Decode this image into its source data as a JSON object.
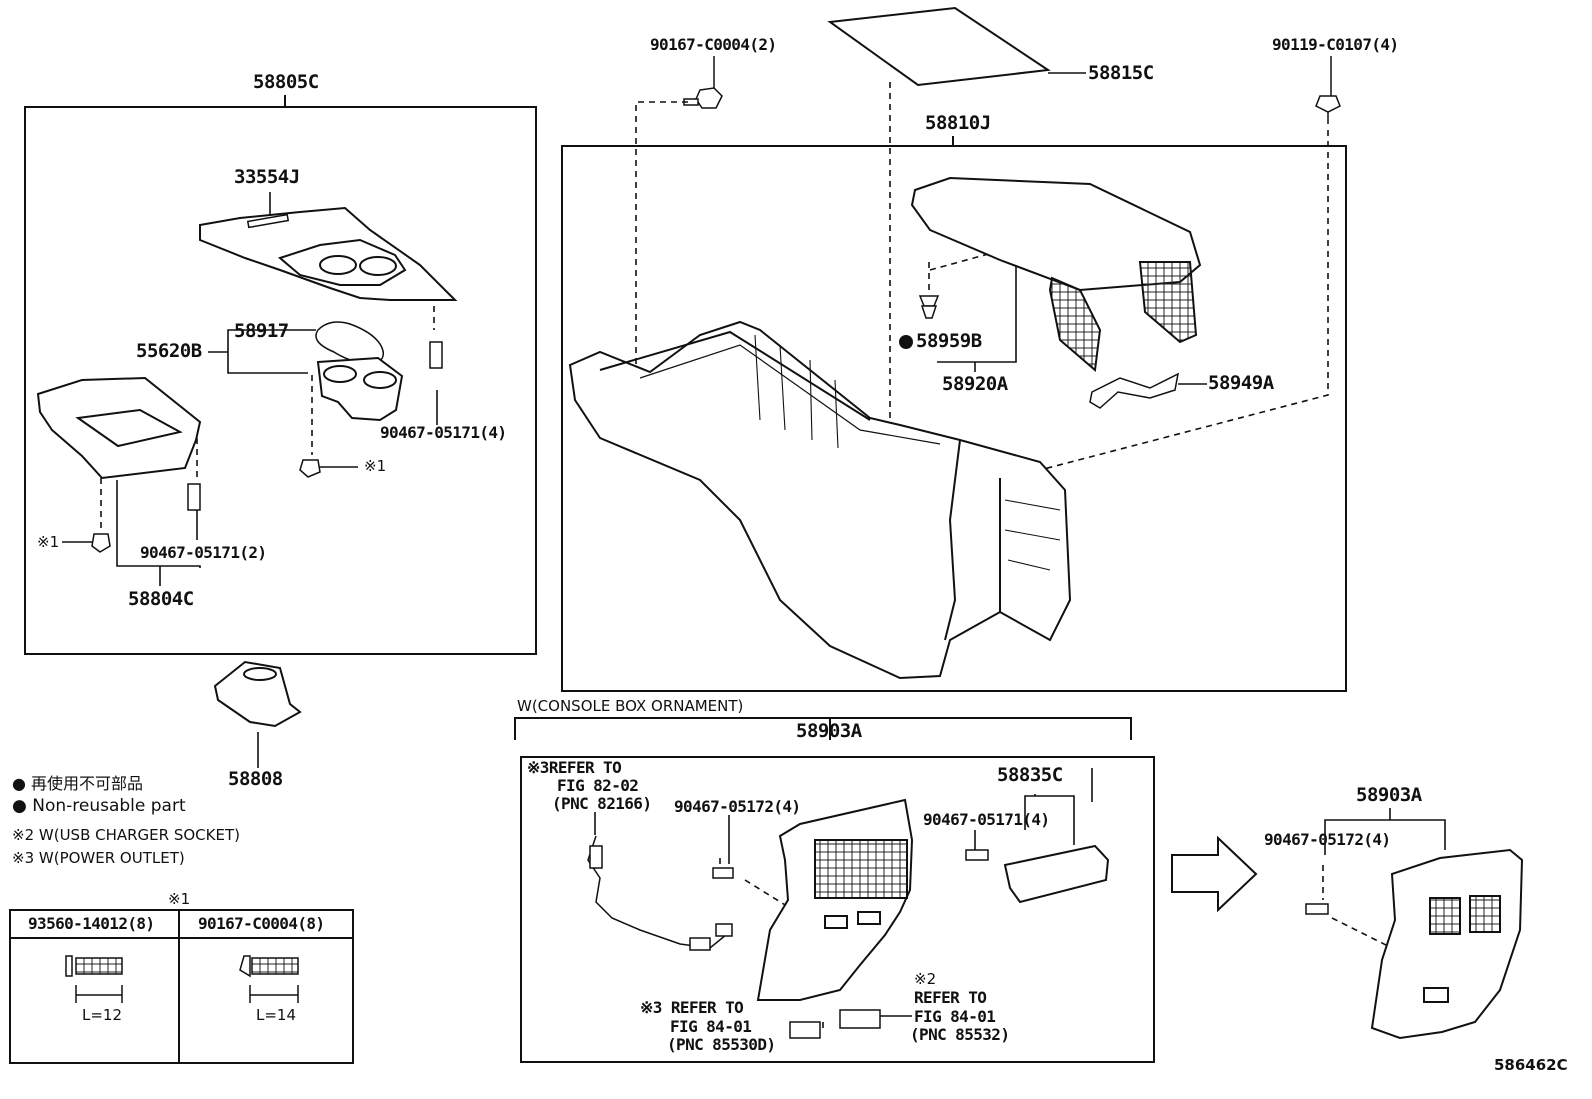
{
  "parts": {
    "p58805C": "58805C",
    "p33554J": "33554J",
    "p58917": "58917",
    "p55620B": "55620B",
    "p90467_05171_4_left": "90467-05171(4)",
    "p90467_05171_2": "90467-05171(2)",
    "p58804C": "58804C",
    "p58808": "58808",
    "p90167_C0004_2": "90167-C0004(2)",
    "p58815C": "58815C",
    "p90119_C0107_4": "90119-C0107(4)",
    "p58810J": "58810J",
    "p58959B": "58959B",
    "p58920A": "58920A",
    "p58949A": "58949A",
    "p58903A_center": "58903A",
    "p58835C": "58835C",
    "p90467_05172_4_center": "90467-05172(4)",
    "p90467_05171_4_center": "90467-05171(4)",
    "p58903A_right": "58903A",
    "p90467_05172_4_right": "90467-05172(4)"
  },
  "marks": {
    "x1_a": "※1",
    "x1_b": "※1",
    "x1_table": "※1"
  },
  "refs": {
    "ref_82_line1": "※3REFER TO",
    "ref_82_line2": "FIG 82-02",
    "ref_82_line3": "(PNC 82166)",
    "ref_85530_line1": "※3 REFER TO",
    "ref_85530_line2": "FIG 84-01",
    "ref_85530_line3": "(PNC 85530D)",
    "ref_85532_mark": "※2",
    "ref_85532_line1": "REFER TO",
    "ref_85532_line2": "FIG 84-01",
    "ref_85532_line3": "(PNC 85532)"
  },
  "variant_label": "W(CONSOLE BOX ORNAMENT)",
  "legend": {
    "jp": "● 再使用不可部品",
    "en": "● Non-reusable part",
    "note2": "※2 W(USB CHARGER SOCKET)",
    "note3": "※3 W(POWER OUTLET)"
  },
  "bolt_table": {
    "col1_header": "93560-14012(8)",
    "col2_header": "90167-C0004(8)",
    "col1_length": "L=12",
    "col2_length": "L=14"
  },
  "illustration_code": "586462C"
}
